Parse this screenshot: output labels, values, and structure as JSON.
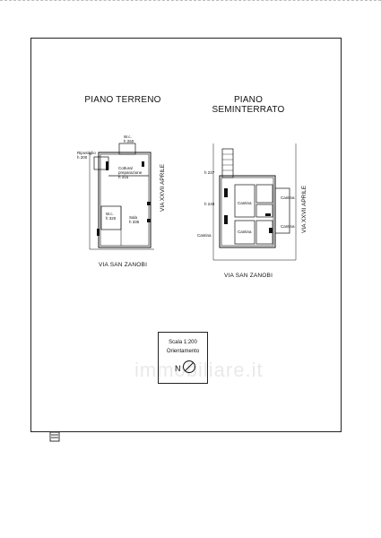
{
  "titles": {
    "terreno": "PIANO TERRENO",
    "seminterrato_line1": "PIANO",
    "seminterrato_line2": "SEMINTERRATO"
  },
  "streets": {
    "san_zanobi": "VIA SAN ZANOBI",
    "xxvii_aprile": "VIA XXVII APRILE"
  },
  "labels_terreno": {
    "wc_top": "W.c.",
    "wc_top_h": "h 260",
    "ripostiglio": "Ripostiglio",
    "ripostiglio_h": "h 200",
    "cottura_1": "Cottura/",
    "cottura_2": "preparazione",
    "cottura_h": "h 315",
    "wc_bottom": "W.c.",
    "wc_bottom_h": "h 320",
    "sala": "Sala",
    "sala_h": "h 335"
  },
  "labels_semi": {
    "cantina_a": "Cantina",
    "cantina_b": "Cantina",
    "cantina_c": "Cantina",
    "cantina_d": "Cantina",
    "cantina_e": "Cantina",
    "h_237": "h 237",
    "h_240": "h 240"
  },
  "legend": {
    "scale": "Scala 1:200",
    "orientation": "Orientamento",
    "north": "N"
  },
  "watermark": "immobiliare.it"
}
